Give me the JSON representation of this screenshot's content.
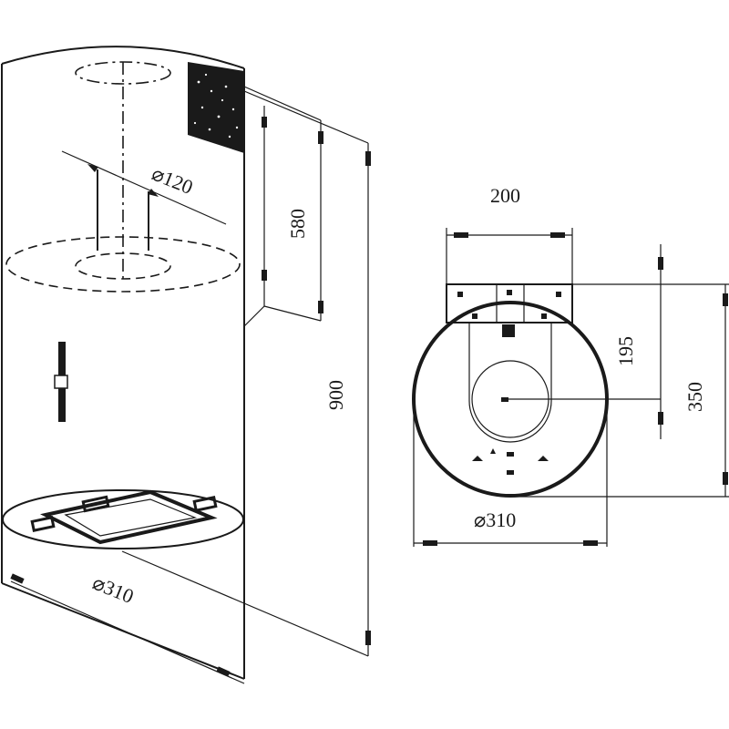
{
  "side_view": {
    "dim_diameter_top": "⌀120",
    "dim_height_inner": "580",
    "dim_height_total": "900",
    "dim_diameter_bottom": "⌀310"
  },
  "top_view": {
    "dim_width": "200",
    "dim_offset": "195",
    "dim_depth": "350",
    "dim_diameter": "⌀310"
  }
}
